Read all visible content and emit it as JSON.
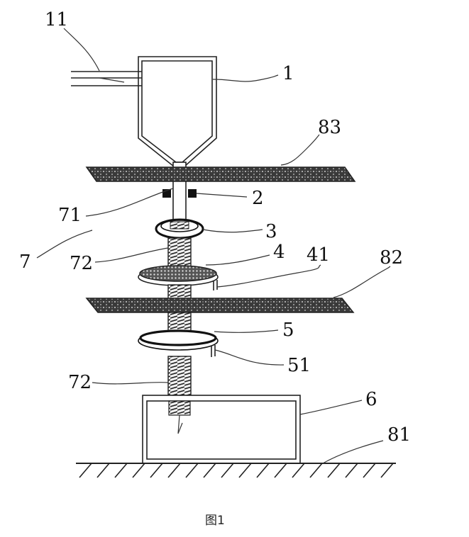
{
  "figure": {
    "caption": "图1",
    "labels": {
      "l11": "11",
      "l1": "1",
      "l83": "83",
      "l2": "2",
      "l71": "71",
      "l3": "3",
      "l7": "7",
      "l72a": "72",
      "l4": "4",
      "l41": "41",
      "l82": "82",
      "l5": "5",
      "l51": "51",
      "l72b": "72",
      "l6": "6",
      "l81": "81"
    }
  }
}
